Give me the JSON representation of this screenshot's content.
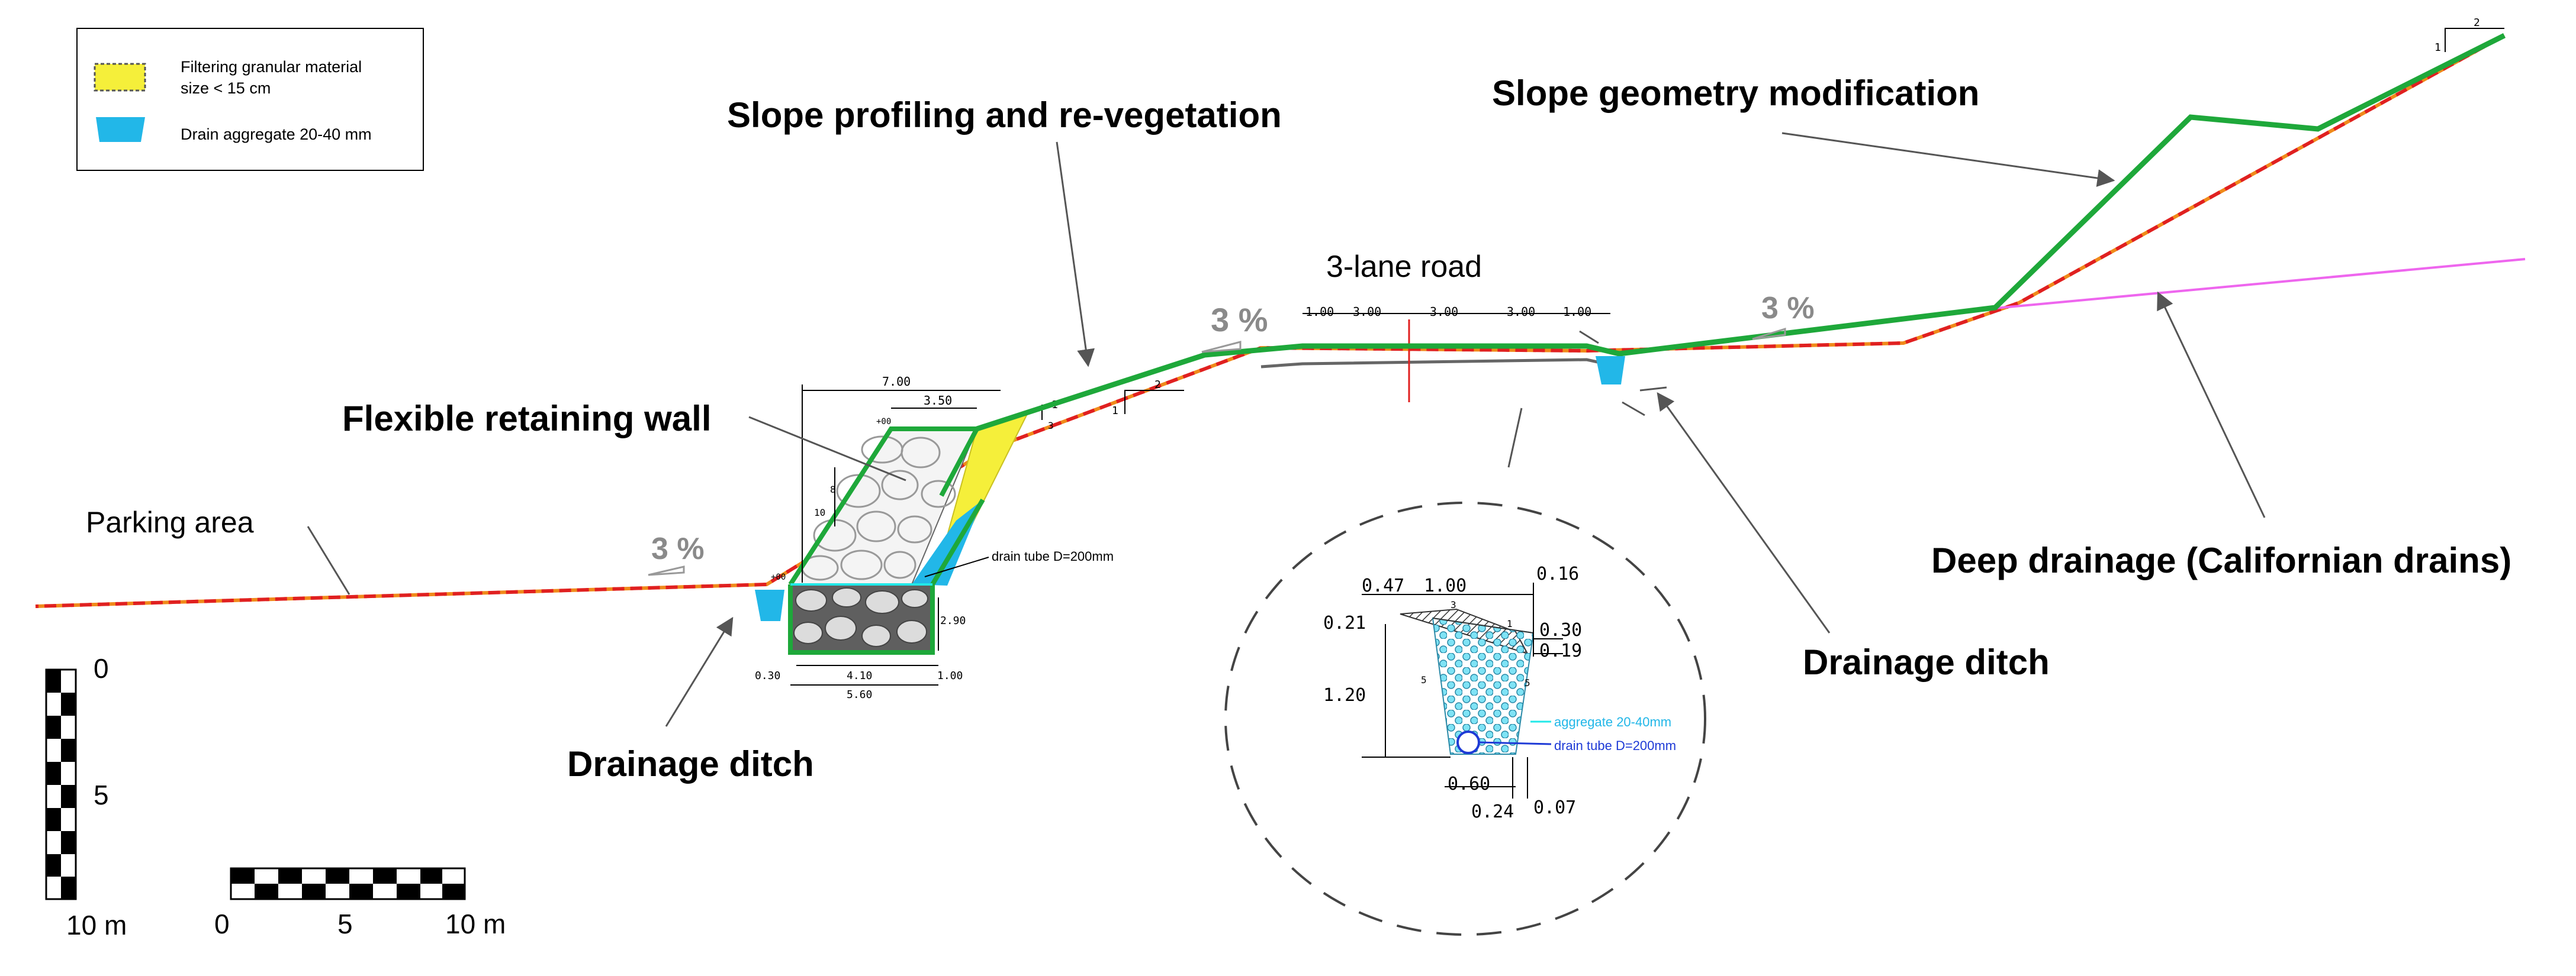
{
  "legend": {
    "items": [
      {
        "label_line1": "Filtering granular material",
        "label_line2": "size < 15 cm",
        "color": "#f5ef3a"
      },
      {
        "label_line1": "Drain aggregate 20-40 mm",
        "label_line2": "",
        "color": "#22b7e8"
      }
    ]
  },
  "labels": {
    "slope_profiling": "Slope profiling and re-vegetation",
    "slope_geometry": "Slope geometry modification",
    "road": "3-lane road",
    "retaining_wall": "Flexible retaining wall",
    "parking": "Parking area",
    "deep_drainage": "Deep drainage (Californian drains)",
    "ditch_left": "Drainage ditch",
    "ditch_right": "Drainage ditch",
    "grade_left": "3 %",
    "grade_mid": "3 %",
    "grade_right": "3 %"
  },
  "wall_annotations": {
    "top_width": "7.00",
    "inner_width": "3.50",
    "height_upper": "10",
    "side_value": "8",
    "gabion_height": "2.90",
    "base_left": "0.30",
    "base_mid": "4.10",
    "base_right": "1.00",
    "base_total": "5.60",
    "crest_mark": "+00",
    "toe_mark": "+00",
    "drain_tube": "drain tube D=200mm",
    "slope_ratio_v": "1",
    "slope_ratio_h": "2",
    "batter_top": "1",
    "batter_side": "3"
  },
  "road_annotations": {
    "dims": [
      "1.00",
      "3.00",
      "3.00",
      "3.00",
      "1.00"
    ]
  },
  "ditch_detail": {
    "top_left": "0.47",
    "top_width": "1.00",
    "top_right": "0.16",
    "left_depth": "0.21",
    "slab_right": "0.30",
    "slab_right2": "0.19",
    "depth": "1.20",
    "base_width": "0.60",
    "bottom": "0.24",
    "bottom_right": "0.07",
    "aggregate": "aggregate 20-40mm",
    "drain_tube": "drain tube D=200mm",
    "side_left": "5",
    "side_right": "5",
    "slope_top": "3",
    "slope_side": "1"
  },
  "top_ratio": {
    "v": "1",
    "h": "2"
  },
  "scale_vertical": {
    "labels": [
      "0",
      "5",
      "10 m"
    ]
  },
  "scale_horizontal": {
    "labels": [
      "0",
      "5",
      "10 m"
    ]
  },
  "colors": {
    "green_profile": "#1ea83a",
    "red_existing": "#e02020",
    "orange_existing": "#f08a1a",
    "magenta_drain": "#ee66ee",
    "cyan_drain": "#22b7e8",
    "yellow_filter": "#f5ef3a"
  }
}
